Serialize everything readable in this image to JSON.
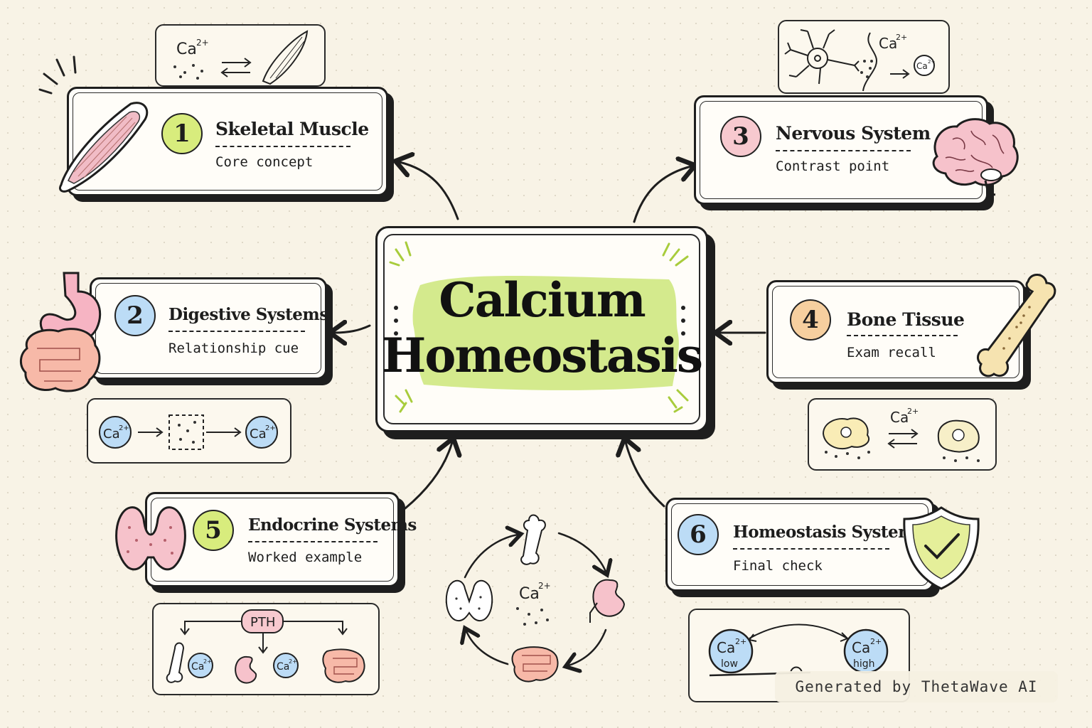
{
  "center": {
    "title_line1": "Calcium",
    "title_line2": "Homeostasis",
    "highlight_color": "#cde67a"
  },
  "nodes": [
    {
      "number": "1",
      "title": "Skeletal Muscle",
      "subtitle": "Core concept",
      "badge_color": "#d8ec7d"
    },
    {
      "number": "2",
      "title": "Digestive Systems",
      "subtitle": "Relationship cue",
      "badge_color": "#bcdcf6"
    },
    {
      "number": "3",
      "title": "Nervous System",
      "subtitle": "Contrast point",
      "badge_color": "#f7c9cf"
    },
    {
      "number": "4",
      "title": "Bone Tissue",
      "subtitle": "Exam recall",
      "badge_color": "#f6cf9f"
    },
    {
      "number": "5",
      "title": "Endocrine Systems",
      "subtitle": "Worked example",
      "badge_color": "#d8ec7d"
    },
    {
      "number": "6",
      "title": "Homeostasis Systems",
      "subtitle": "Final check",
      "badge_color": "#bcdcf6"
    }
  ],
  "labels": {
    "ca": "Ca",
    "ca_charge": "2+",
    "pth": "PTH",
    "low": "low",
    "high": "high"
  },
  "watermark": "Generated by ThetaWave AI",
  "icons": [
    "muscle-icon",
    "stomach-icon",
    "intestine-icon",
    "brain-icon",
    "neuron-icon",
    "bone-icon",
    "thyroid-icon",
    "kidney-icon",
    "shield-check-icon",
    "cell-icon"
  ]
}
